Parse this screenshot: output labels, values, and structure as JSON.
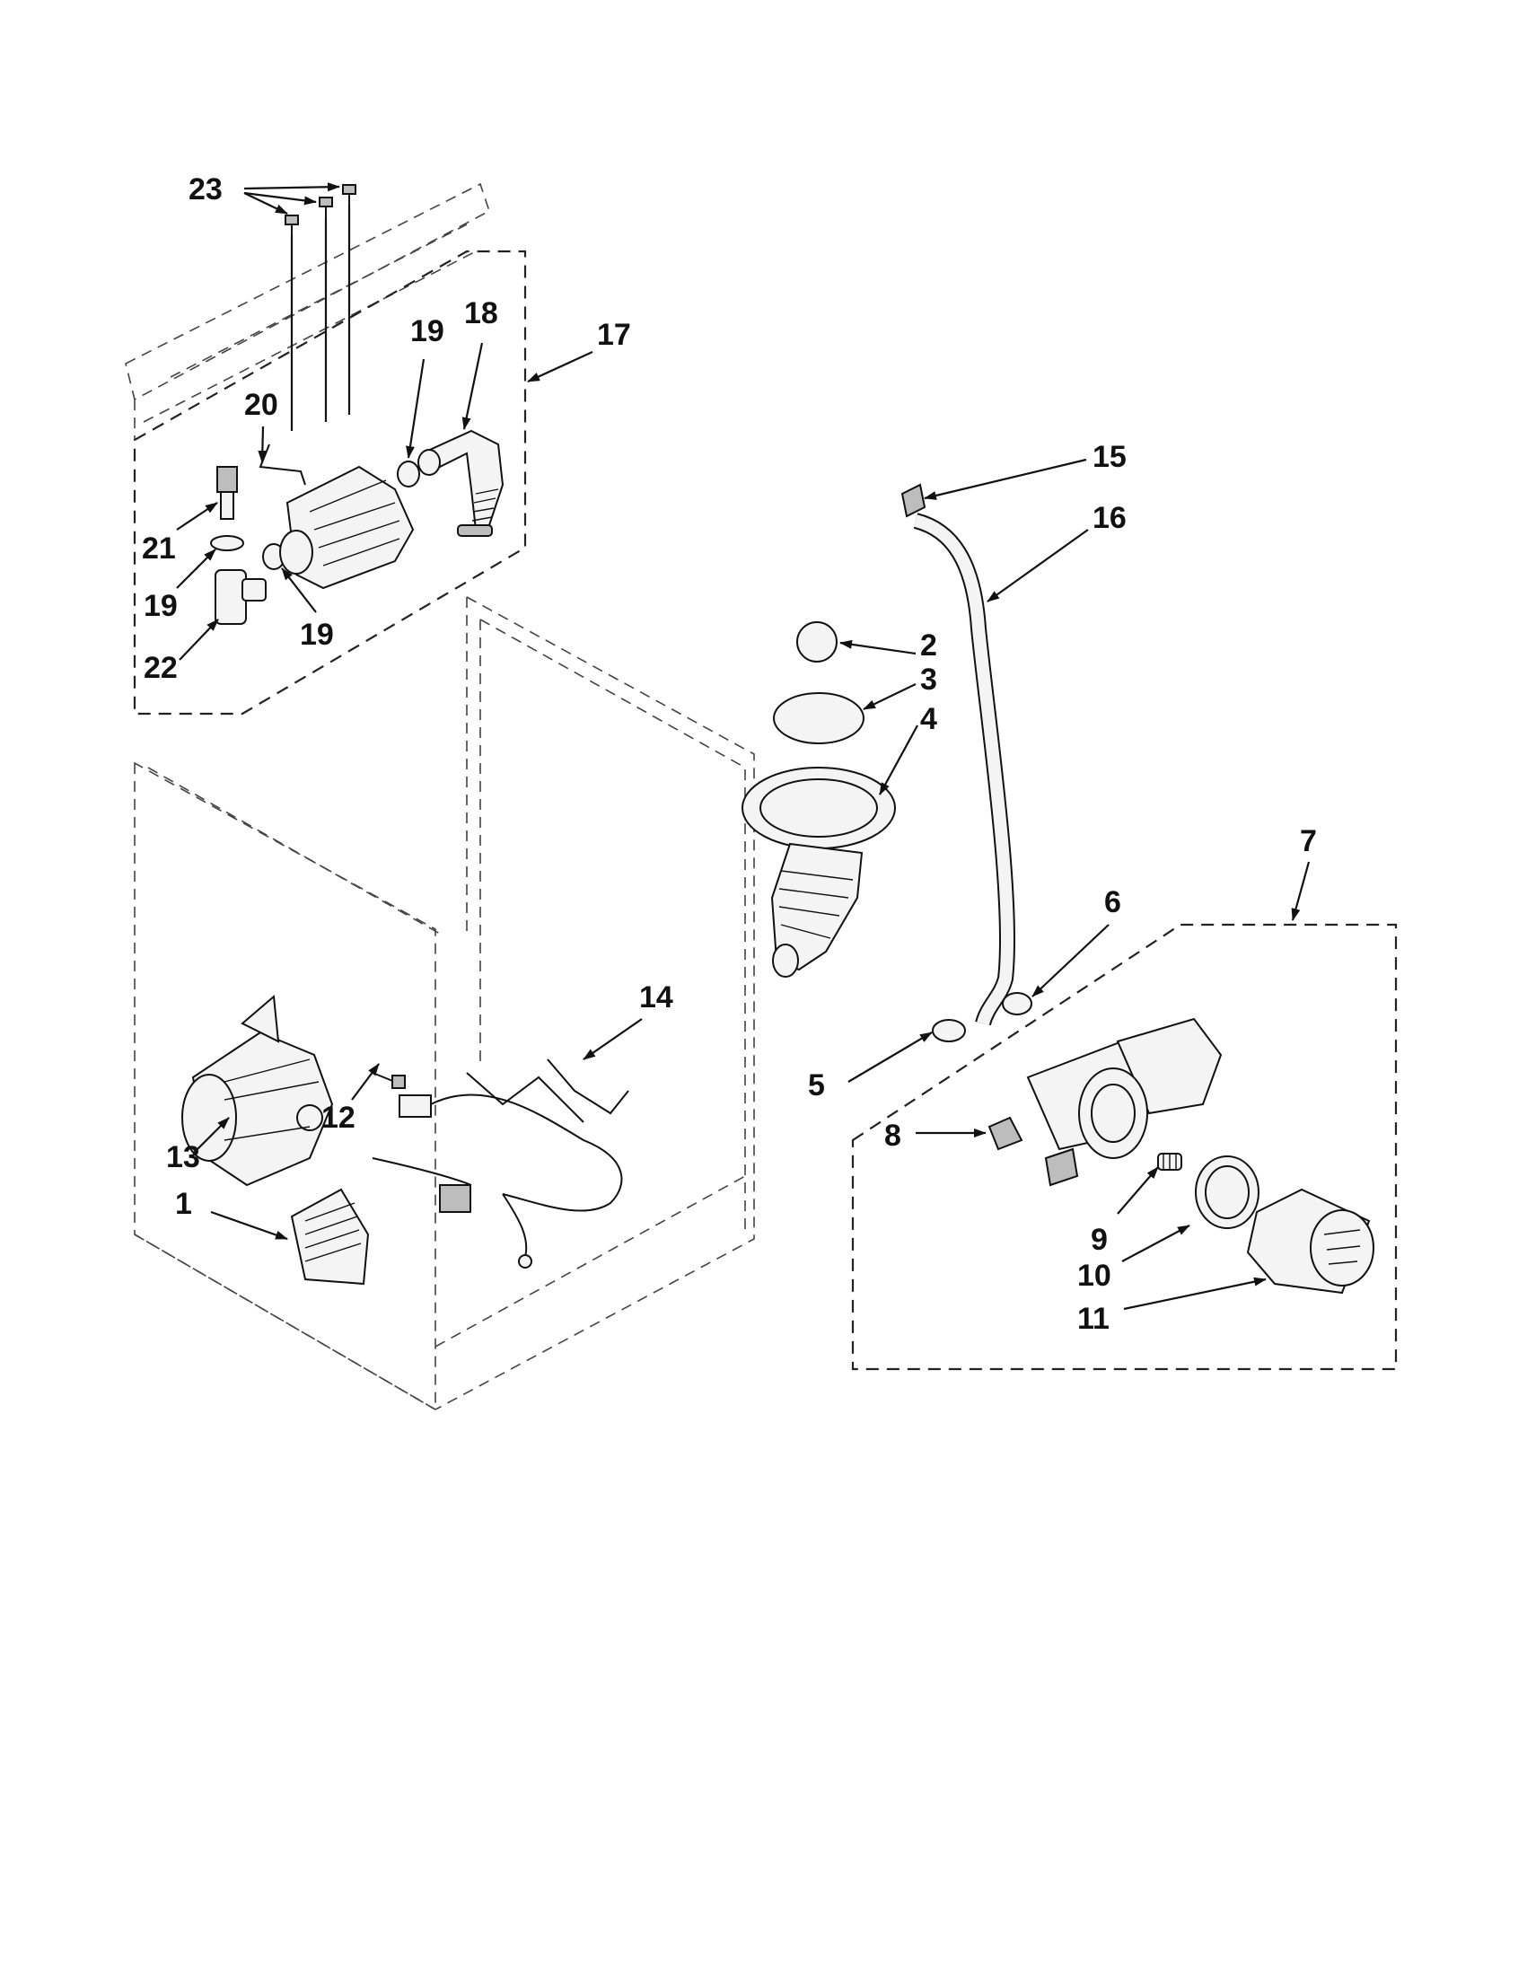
{
  "callouts": {
    "c1": "1",
    "c2": "2",
    "c3": "3",
    "c4": "4",
    "c5": "5",
    "c6": "6",
    "c7": "7",
    "c8": "8",
    "c9": "9",
    "c10": "10",
    "c11": "11",
    "c12": "12",
    "c13": "13",
    "c14": "14",
    "c15": "15",
    "c16": "16",
    "c17": "17",
    "c18": "18",
    "c19a": "19",
    "c19b": "19",
    "c19c": "19",
    "c20": "20",
    "c21": "21",
    "c22": "22",
    "c23": "23"
  }
}
